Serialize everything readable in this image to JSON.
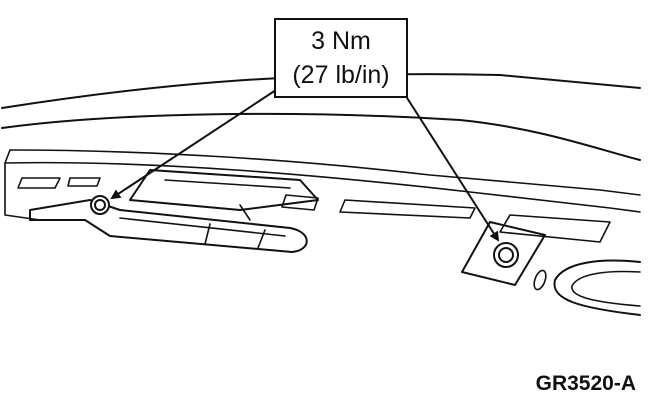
{
  "callout": {
    "torque_nm": "3 Nm",
    "torque_lbin": "(27 lb/in)"
  },
  "figure_id": "GR3520-A"
}
